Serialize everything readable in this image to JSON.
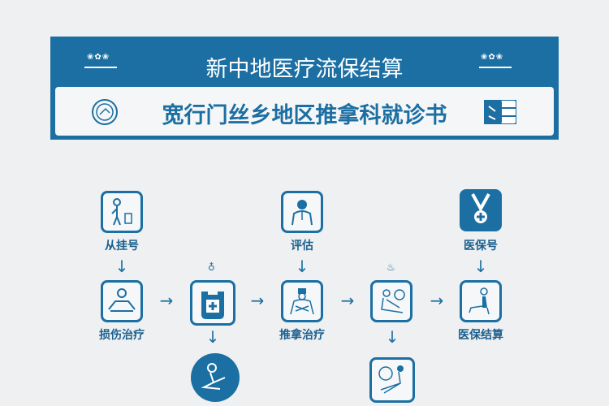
{
  "header": {
    "title": "新中地医疗流保结算",
    "subtitle": "宽行门丝乡地区推拿科就诊书",
    "decoration_left": "❀✿❀",
    "decoration_right": "❀✿❀"
  },
  "nodes": {
    "register": {
      "label": "从挂号",
      "icon": "patient-icon"
    },
    "evaluate": {
      "label": "评估",
      "icon": "doctor-icon"
    },
    "insurance_id": {
      "label": "医保号",
      "icon": "medal-icon"
    },
    "rehab": {
      "label": "损伤治疗",
      "icon": "stretch-icon"
    },
    "kit": {
      "label": "",
      "icon": "medical-kit-icon"
    },
    "massage": {
      "label": "推拿治疗",
      "icon": "massage-icon"
    },
    "therapy": {
      "label": "",
      "icon": "therapy-icon"
    },
    "settlement": {
      "label": "医保结算",
      "icon": "seated-patient-icon"
    },
    "exercise": {
      "label": "",
      "icon": "exercise-icon"
    },
    "recovery": {
      "label": "",
      "icon": "recovery-icon"
    }
  },
  "colors": {
    "primary": "#1c6fa3",
    "background": "#eef0f1"
  }
}
